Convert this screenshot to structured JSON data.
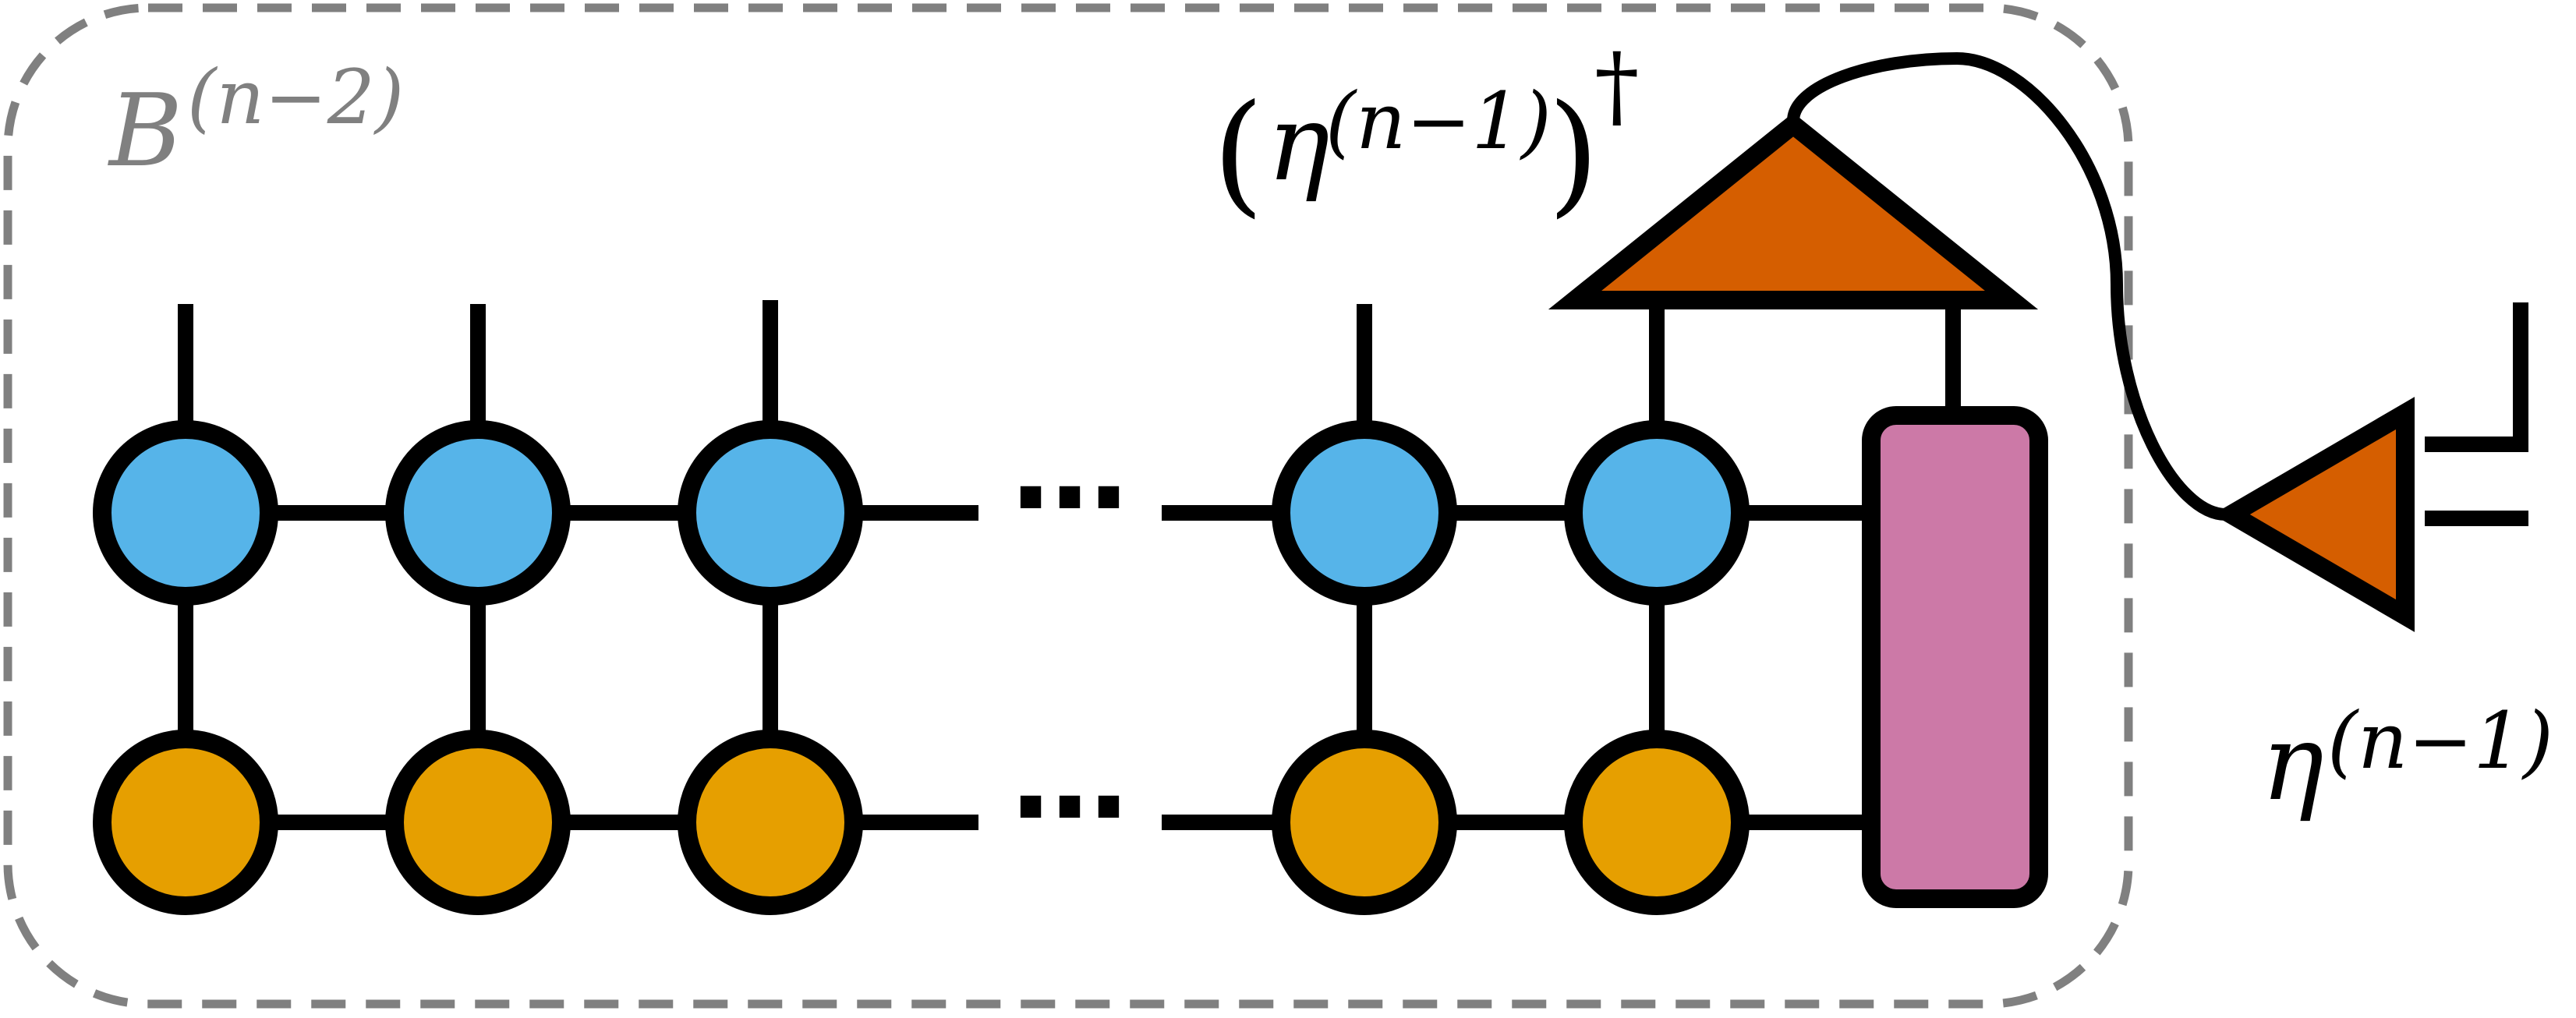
{
  "labels": {
    "block_base": "B",
    "block_sup": "(n−2)",
    "eta_dagger_open": "(",
    "eta_dagger_base": "η",
    "eta_dagger_sup": "(n−1)",
    "eta_dagger_close": ")",
    "eta_dagger_dagger": "†",
    "eta_base": "η",
    "eta_sup": "(n−1)",
    "ellipsis_top": "⋯",
    "ellipsis_bottom": "⋯"
  },
  "colors": {
    "top_site": "#56B4E9",
    "bottom_site": "#E69F00",
    "isometry": "#D55E00",
    "environment": "#CC79A7",
    "boundary": "#808080",
    "bond": "#000000",
    "label_block": "#808080"
  },
  "icons": {
    "top_row_sites": "blue-circle-tensor",
    "bottom_row_sites": "orange-circle-tensor",
    "isometry": "orange-triangle-tensor",
    "environment": "pink-rounded-rectangle-tensor"
  }
}
